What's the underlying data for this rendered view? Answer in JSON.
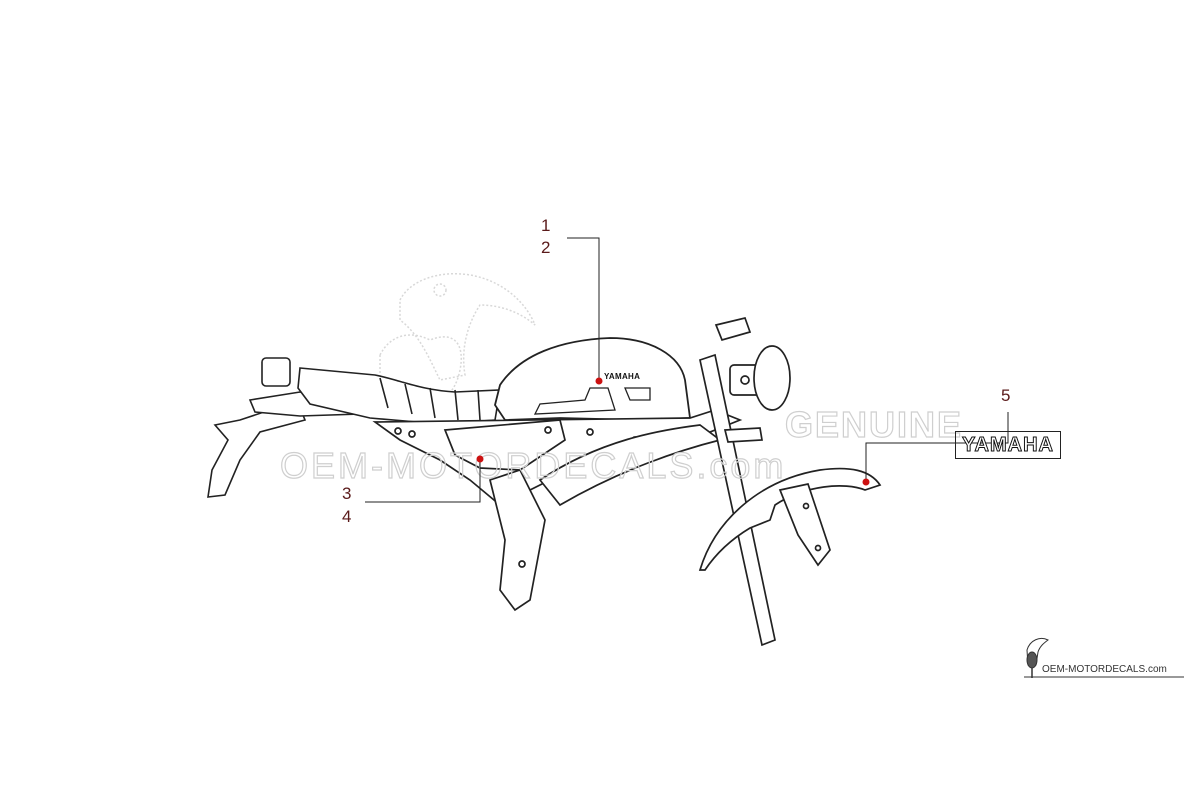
{
  "callouts": {
    "c1": "1",
    "c2": "2",
    "c3": "3",
    "c4": "4",
    "c5": "5"
  },
  "tank_decal_text": "YAMAHA",
  "fender_decal_text": "YAMAHA",
  "watermark": {
    "genuine": "GENUINE",
    "site": "OEM-MOTORDECALS.com"
  },
  "brand_text": "OEM-MOTORDECALS.com",
  "colors": {
    "callout_text": "#5a1a1a",
    "marker": "#cc1111",
    "line": "#222222",
    "watermark": "#cfcfcf"
  }
}
